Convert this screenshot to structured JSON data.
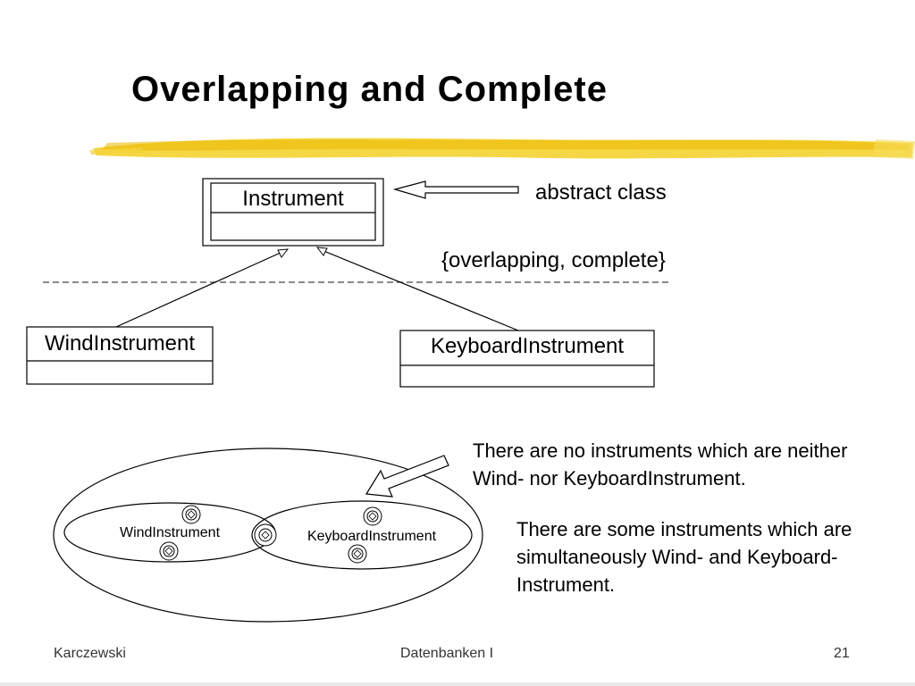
{
  "slide": {
    "title": "Overlapping and Complete"
  },
  "uml": {
    "superclass": "Instrument",
    "subclass_left": "WindInstrument",
    "subclass_right": "KeyboardInstrument",
    "abstract_label": "abstract class",
    "constraint": "{overlapping, complete}"
  },
  "venn": {
    "left_set": "WindInstrument",
    "right_set": "KeyboardInstrument"
  },
  "notes": {
    "no_other": "There are no instruments which are neither Wind- nor KeyboardInstrument.",
    "both": "There are some instruments which are simultaneously Wind- and Keyboard-Instrument."
  },
  "footer": {
    "author": "Karczewski",
    "course": "Datenbanken I",
    "page": "21"
  },
  "colors": {
    "highlighter": "#f4d43a",
    "highlighter_dark": "#e9b800",
    "line": "#000000"
  }
}
